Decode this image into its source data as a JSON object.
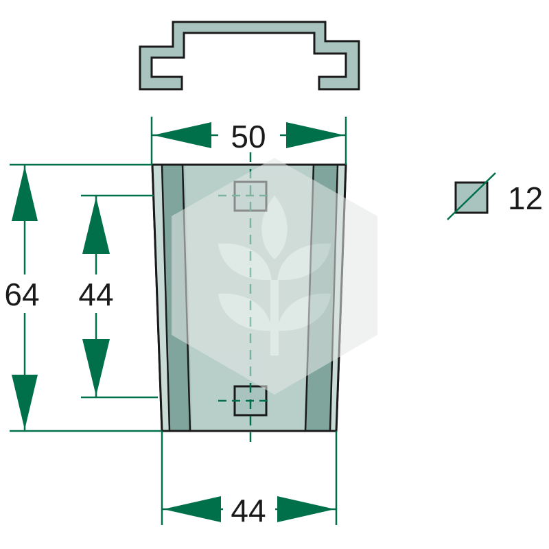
{
  "colors": {
    "dimension": "#00704A",
    "part_fill": "#A9C4BE",
    "part_light": "#C9DBD6",
    "part_dark": "#7FA59C",
    "outline": "#1a1a1a",
    "watermark": "#E4E8E6"
  },
  "dimensions": {
    "top_width": "50",
    "bottom_width": "44",
    "total_height": "64",
    "hole_spacing": "44",
    "square_hole": "12"
  },
  "icons": {
    "watermark": "wheat-leaf-logo",
    "square_hole_symbol": "square-dimension-icon"
  }
}
